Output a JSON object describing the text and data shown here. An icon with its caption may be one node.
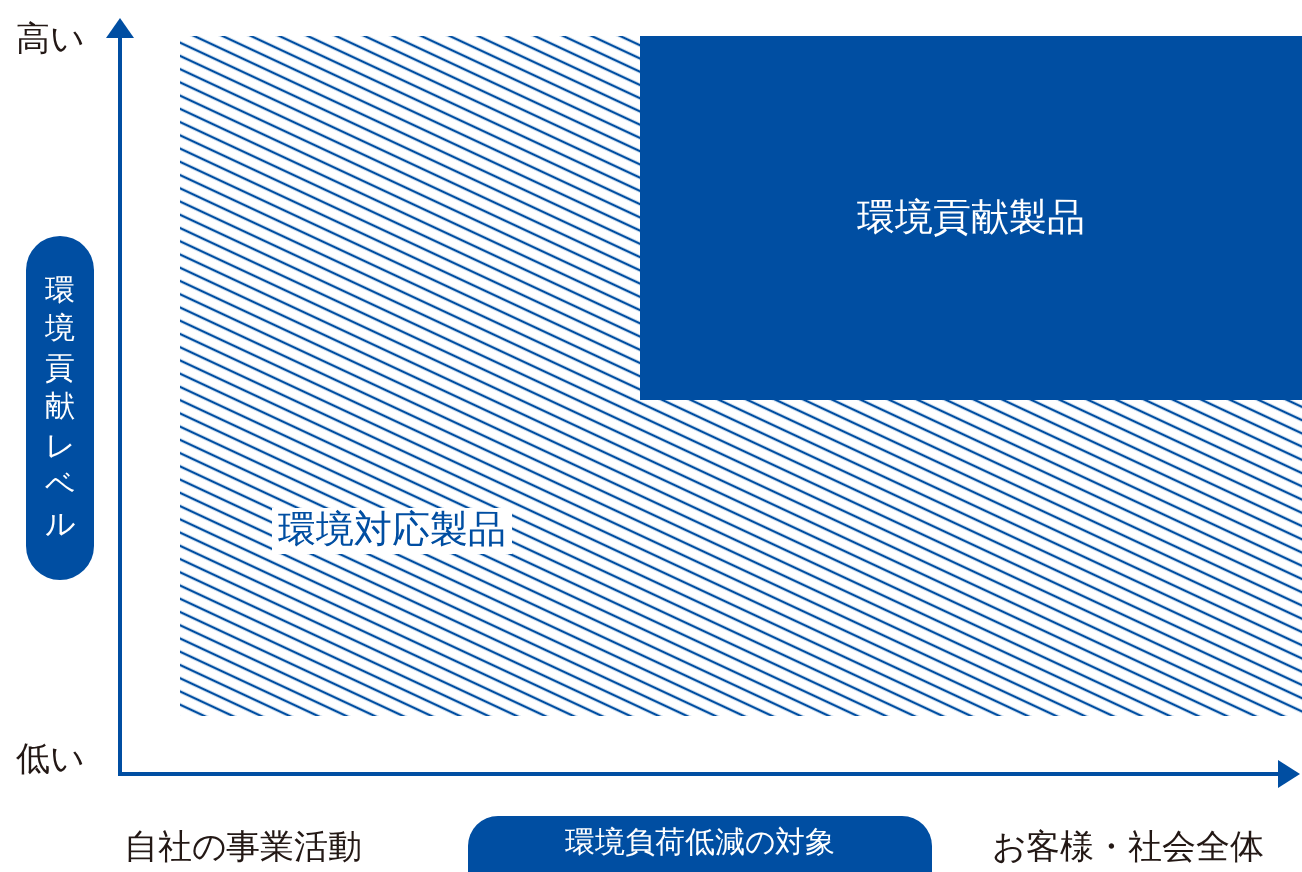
{
  "diagram": {
    "nodes": [
      {
        "text": [
          "環境対応製品"
        ]
      },
      {
        "text": [
          "環境貢献製品"
        ],
        "in": 0
      },
      {
        "text": [
          "環境貢献レベル"
        ]
      },
      {
        "text": [
          "環境負荷低減の対象"
        ]
      }
    ],
    "labels": [
      "高い",
      "低い",
      "自社の事業活動",
      "お客様・社会全体"
    ]
  }
}
